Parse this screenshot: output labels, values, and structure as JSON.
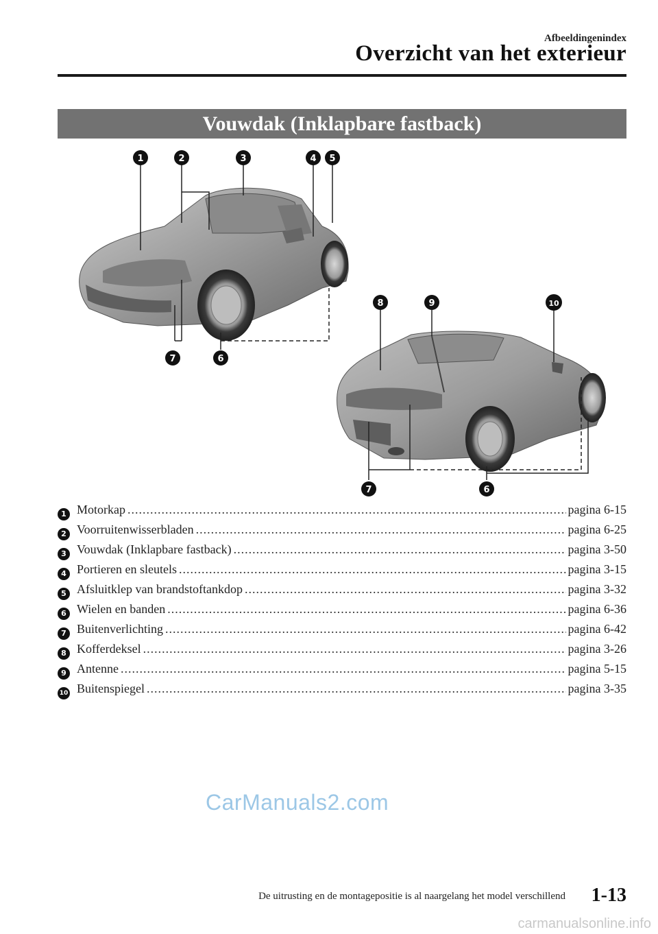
{
  "header": {
    "section": "Afbeeldingenindex",
    "chapter": "Overzicht van het exterieur"
  },
  "banner": {
    "title": "Vouwdak (Inklapbare fastback)"
  },
  "figure": {
    "front_callouts": [
      "1",
      "2",
      "3",
      "4",
      "5",
      "7",
      "6"
    ],
    "rear_callouts": [
      "8",
      "9",
      "10",
      "7",
      "6"
    ]
  },
  "items": [
    {
      "num": "1",
      "label": "Motorkap",
      "page": "pagina 6-15"
    },
    {
      "num": "2",
      "label": "Voorruitenwisserbladen",
      "page": "pagina 6-25"
    },
    {
      "num": "3",
      "label": "Vouwdak (Inklapbare fastback)",
      "page": "pagina 3-50"
    },
    {
      "num": "4",
      "label": "Portieren en sleutels",
      "page": "pagina 3-15"
    },
    {
      "num": "5",
      "label": "Afsluitklep van brandstoftankdop",
      "page": "pagina 3-32"
    },
    {
      "num": "6",
      "label": "Wielen en banden",
      "page": "pagina 6-36"
    },
    {
      "num": "7",
      "label": "Buitenverlichting",
      "page": "pagina 6-42"
    },
    {
      "num": "8",
      "label": "Kofferdeksel",
      "page": "pagina 3-26"
    },
    {
      "num": "9",
      "label": "Antenne",
      "page": "pagina 5-15"
    },
    {
      "num": "10",
      "label": "Buitenspiegel",
      "page": "pagina 3-35"
    }
  ],
  "watermark": "CarManuals2.com",
  "footer": {
    "note": "De uitrusting en de montagepositie is al naargelang het model verschillend",
    "page": "1-13"
  },
  "site_watermark": "carmanualsonline.info"
}
